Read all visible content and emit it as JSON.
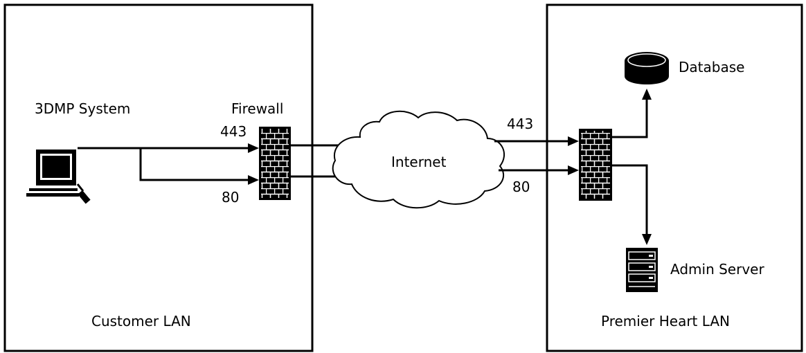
{
  "diagram": {
    "customer_lan": {
      "title": "Customer LAN",
      "system_label": "3DMP System",
      "firewall_label": "Firewall",
      "port_443": "443",
      "port_80": "80"
    },
    "internet": {
      "label": "Internet"
    },
    "premier_lan": {
      "title": "Premier Heart LAN",
      "database_label": "Database",
      "admin_server_label": "Admin Server",
      "port_443": "443",
      "port_80": "80"
    }
  },
  "icons": {
    "computer": "computer-icon",
    "firewall": "firewall-icon",
    "cloud": "cloud-icon",
    "database": "database-icon",
    "server": "server-icon"
  },
  "colors": {
    "line": "#000000",
    "background": "#ffffff"
  }
}
